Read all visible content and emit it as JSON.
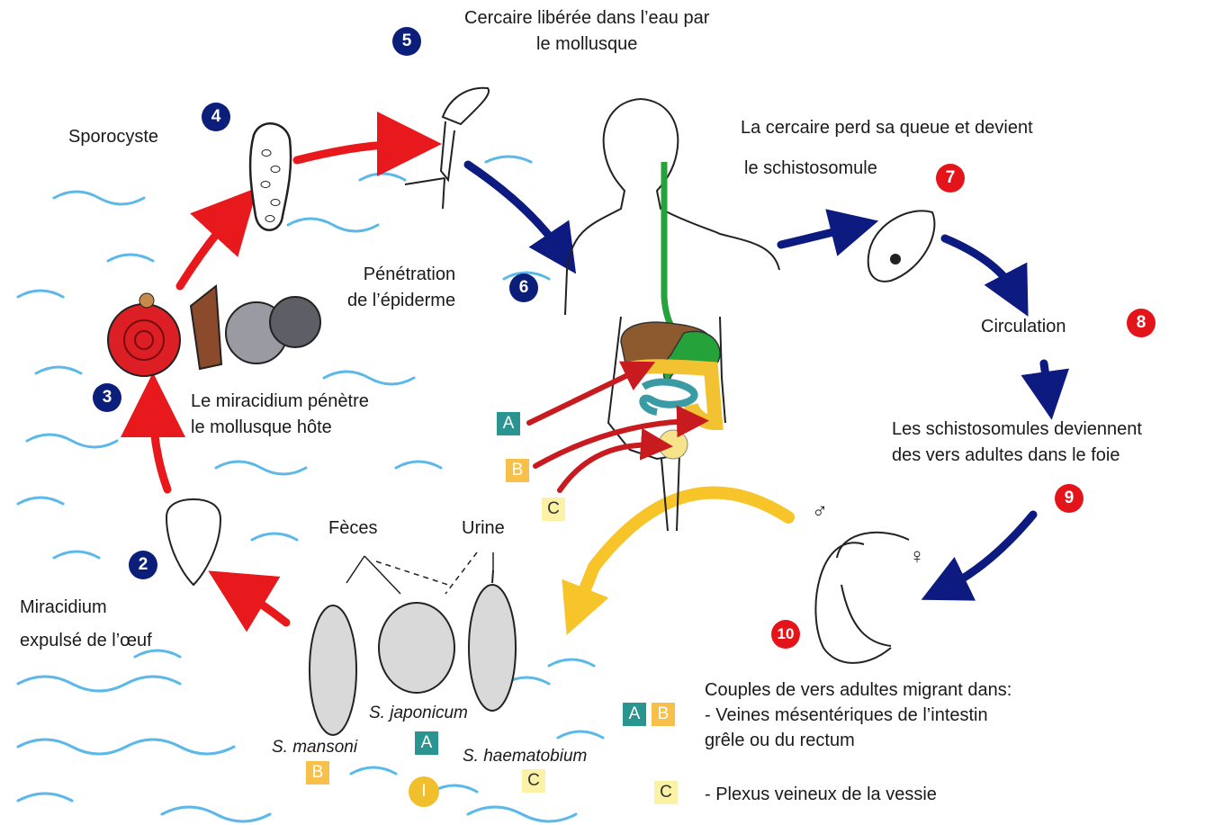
{
  "steps": [
    {
      "num": "2",
      "lines": [
        "Miracidium",
        "expulsé de l’œuf"
      ]
    },
    {
      "num": "3",
      "lines": [
        "Le miracidium pénètre",
        "le mollusque hôte"
      ]
    },
    {
      "num": "4",
      "lines": [
        "Sporocyste"
      ]
    },
    {
      "num": "5",
      "lines": [
        "Cercaire libérée dans l’eau par",
        "le mollusque"
      ]
    },
    {
      "num": "6",
      "lines": [
        "Pénétration",
        "de l’épiderme"
      ]
    },
    {
      "num": "7",
      "lines": [
        "La cercaire perd sa queue et devient",
        "le schistosomule"
      ]
    },
    {
      "num": "8",
      "lines": [
        "Circulation"
      ]
    },
    {
      "num": "9",
      "lines": [
        "Les schistosomules deviennent",
        "des vers adultes dans le foie"
      ]
    },
    {
      "num": "10",
      "lines": [
        "Couples de vers adultes migrant dans:",
        "- Veines mésentériques de l’intestin",
        "grêle ou du rectum"
      ]
    }
  ],
  "labels": {
    "feces": "Fèces",
    "urine": "Urine",
    "plexus": "- Plexus veineux de la vessie",
    "male_symbol": "♂",
    "female_symbol": "♀"
  },
  "species": {
    "mansoni": "S. mansoni",
    "japonicum": "S. japonicum",
    "haematobium": "S. haematobium"
  },
  "tags": {
    "A": "A",
    "B": "B",
    "C": "C"
  },
  "infective_badge": "I",
  "colors": {
    "blue_badge": "#0b1f7a",
    "red_badge": "#e3151b",
    "red_arrow": "#e8191c",
    "blue_arrow": "#0d1a80",
    "yellow_arrow": "#f7c42a",
    "water": "#5bb8e8",
    "teal_tag": "#2a9490",
    "orange_tag": "#f6c04b",
    "pale_tag": "#fbf2a6"
  }
}
